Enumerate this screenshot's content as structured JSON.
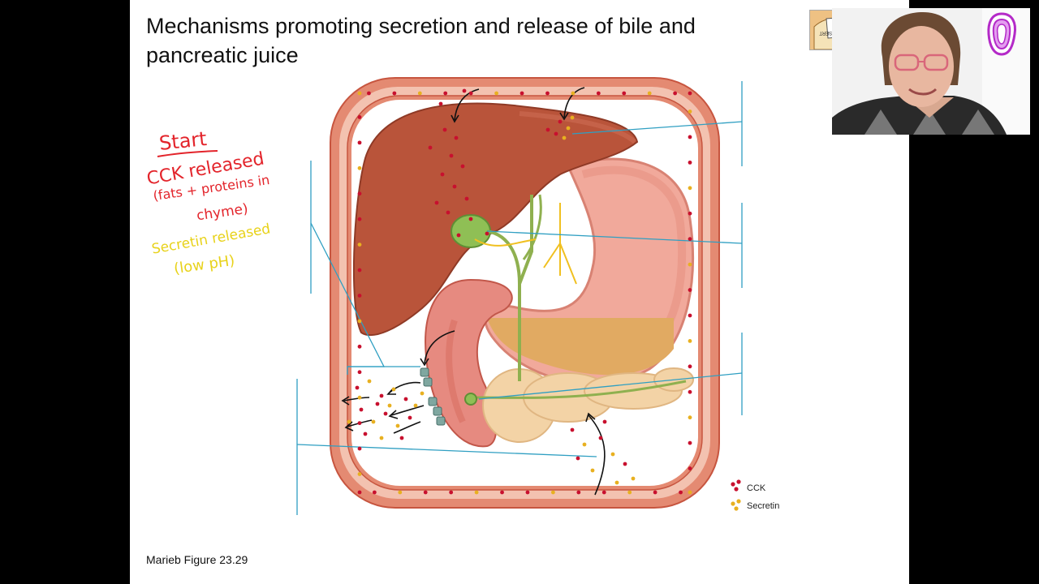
{
  "slide": {
    "title": "Mechanisms promoting secretion and release of bile and pancreatic juice",
    "caption": "Marieb Figure 23.29"
  },
  "annotations": {
    "start": "Start",
    "cck_line1": "CCK released",
    "cck_line2": "(fats + proteins in",
    "cck_line3": "chyme)",
    "secretin_line1": "Secretin released",
    "secretin_line2": "(low pH)"
  },
  "legend": {
    "items": [
      {
        "label": "CCK",
        "color": "#c8102e"
      },
      {
        "label": "Secretin",
        "color": "#e8b020"
      }
    ]
  },
  "video_overlay": {
    "thumbnail_text": "SKIP DESSERT"
  },
  "colors": {
    "cck": "#c8102e",
    "secretin": "#e8b020",
    "vessel": "#e0806a",
    "liver": "#b9543a",
    "leader_line": "#2f9fc2",
    "annotation_red": "#e3242b",
    "annotation_yellow": "#e8d21a"
  }
}
